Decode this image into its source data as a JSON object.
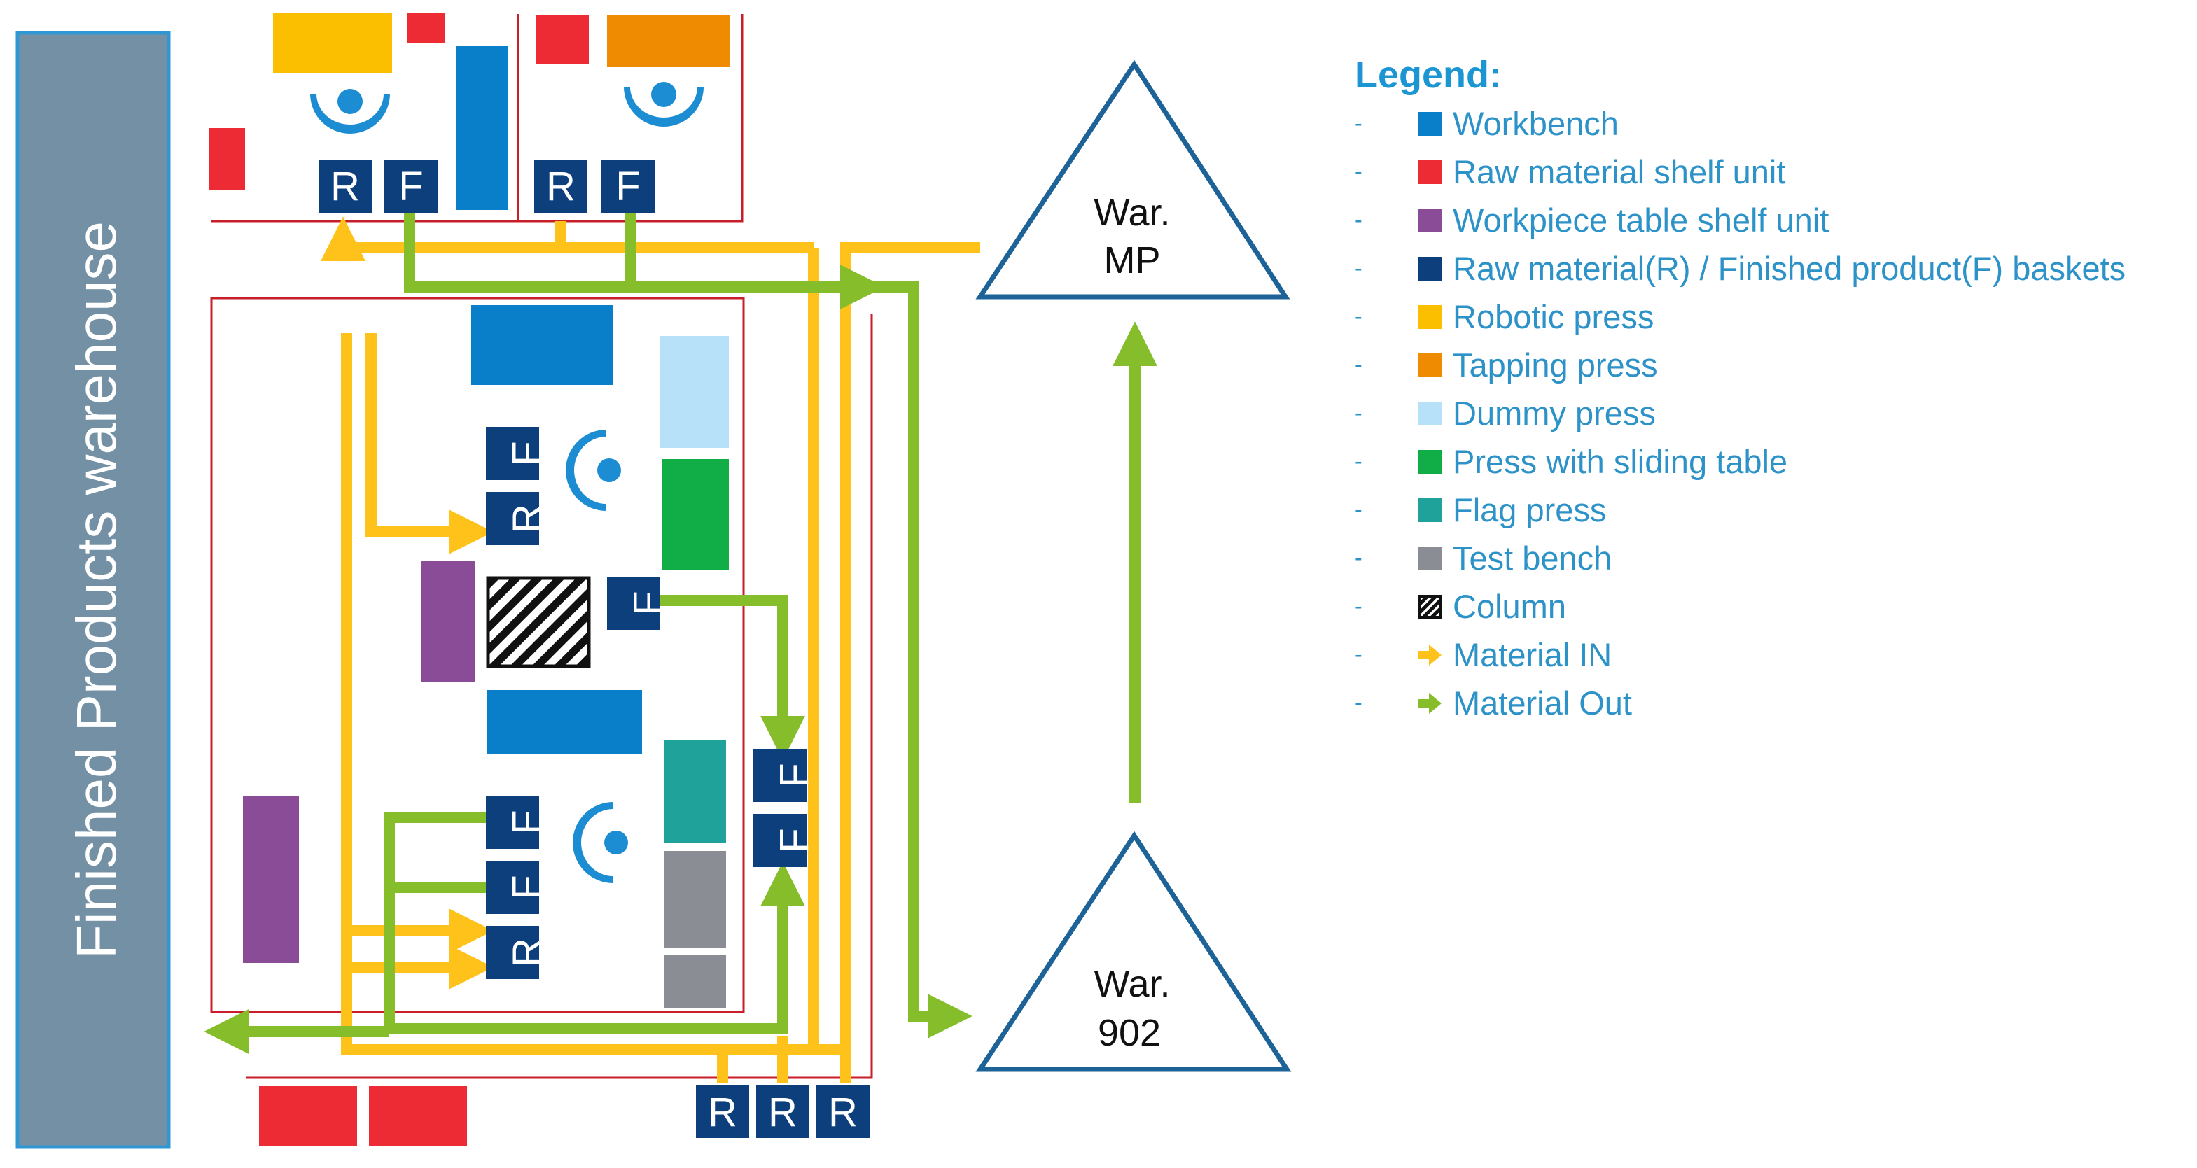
{
  "warehouse": {
    "label": "Finished Products warehouse"
  },
  "basket_letters": {
    "raw": "R",
    "finished": "F"
  },
  "targets": {
    "mp": {
      "line1": "War.",
      "line2": "MP"
    },
    "w902": {
      "line1": "War.",
      "line2": "902"
    }
  },
  "colors": {
    "workbench": "#0a7fc9",
    "raw_shelf": "#ec2b35",
    "workpiece_shelf": "#8a4b97",
    "basket": "#0c3f7c",
    "robotic_press": "#fbbf00",
    "tapping_press": "#ee8b00",
    "dummy_press": "#b7e1f8",
    "sliding_press": "#11ad47",
    "flag_press": "#1fa29a",
    "test_bench": "#8a8e94",
    "material_in": "#ffc21a",
    "material_out": "#86bd2a",
    "operator": "#1c8dd3",
    "warehouse_fill": "#7390a4",
    "warehouse_border": "#2f97d3",
    "cell_border": "#c81e2a",
    "triangle": "#1d6397"
  },
  "legend": {
    "title": "Legend:",
    "dash": "-",
    "items": [
      {
        "label": "Workbench",
        "swatch": "workbench",
        "kind": "square"
      },
      {
        "label": "Raw material shelf unit",
        "swatch": "raw_shelf",
        "kind": "square"
      },
      {
        "label": "Workpiece table shelf unit",
        "swatch": "workpiece_shelf",
        "kind": "square"
      },
      {
        "label": "Raw material(R) / Finished product(F) baskets",
        "swatch": "basket",
        "kind": "square"
      },
      {
        "label": "Robotic press",
        "swatch": "robotic_press",
        "kind": "square"
      },
      {
        "label": "Tapping press",
        "swatch": "tapping_press",
        "kind": "square"
      },
      {
        "label": "Dummy press",
        "swatch": "dummy_press",
        "kind": "square"
      },
      {
        "label": "Press with sliding table",
        "swatch": "sliding_press",
        "kind": "square"
      },
      {
        "label": "Flag press",
        "swatch": "flag_press",
        "kind": "square"
      },
      {
        "label": "Test bench",
        "swatch": "test_bench",
        "kind": "square"
      },
      {
        "label": "Column",
        "swatch": "column",
        "kind": "hatch"
      },
      {
        "label": "Material IN",
        "swatch": "material_in",
        "kind": "arrow"
      },
      {
        "label": "Material Out",
        "swatch": "material_out",
        "kind": "arrow"
      }
    ]
  }
}
